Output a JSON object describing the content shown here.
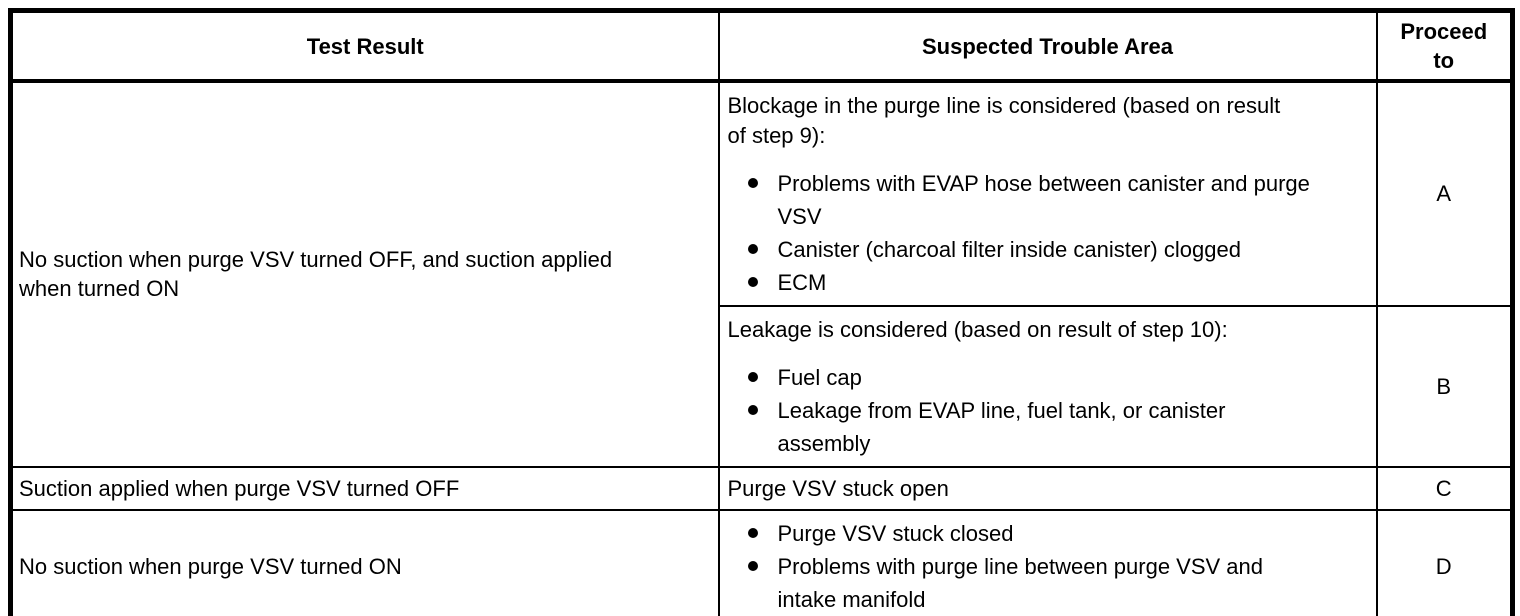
{
  "colors": {
    "background": "#ffffff",
    "text": "#000000",
    "border": "#000000"
  },
  "table": {
    "headers": {
      "test_result": "Test Result",
      "suspected_trouble_area": "Suspected Trouble Area",
      "proceed_to": "Proceed to"
    },
    "rows": [
      {
        "test_result": "No suction when purge VSV turned OFF, and suction applied when turned ON",
        "sub_rows": [
          {
            "intro": "Blockage in the purge line is considered (based on result of step 9):",
            "bullets": [
              "Problems with EVAP hose between canister and purge VSV",
              "Canister (charcoal filter inside canister) clogged",
              "ECM"
            ],
            "proceed_to": "A"
          },
          {
            "intro": "Leakage is considered (based on result of step 10):",
            "bullets": [
              "Fuel cap",
              "Leakage from EVAP line, fuel tank, or canister assembly"
            ],
            "proceed_to": "B"
          }
        ]
      },
      {
        "test_result": "Suction applied when purge VSV turned OFF",
        "trouble_text": "Purge VSV stuck open",
        "proceed_to": "C"
      },
      {
        "test_result": "No suction when purge VSV turned ON",
        "bullets": [
          "Purge VSV stuck closed",
          "Problems with purge line between purge VSV and intake manifold"
        ],
        "proceed_to": "D"
      }
    ]
  }
}
